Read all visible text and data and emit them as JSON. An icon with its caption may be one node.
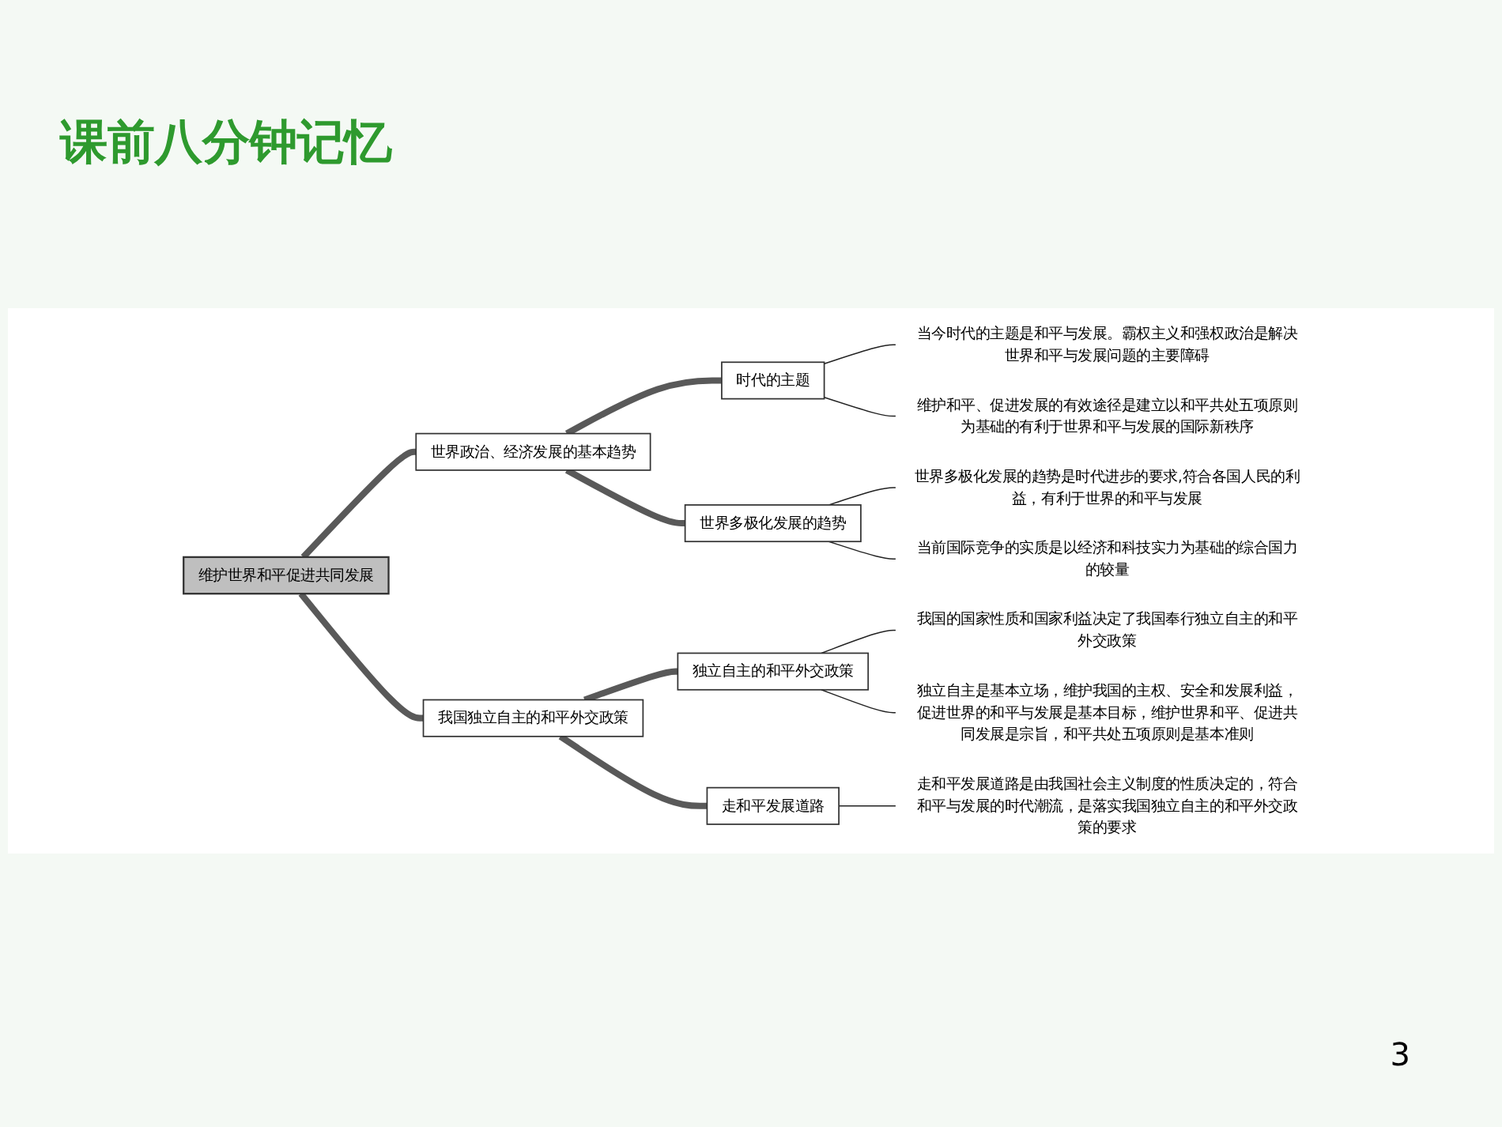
{
  "diagram": {
    "title": "课前八分钟记忆",
    "nodes": [
      {
        "text": [
          "维护世界和平促进共同发展"
        ]
      },
      {
        "text": [
          "世界政治、经济发展的基本趋势"
        ]
      },
      {
        "text": [
          "时代的主题"
        ]
      },
      {
        "text": [
          "当今时代的主题是和平与发展。霸权主义和强权政治是解决世界和平与发展问题的主要障碍"
        ]
      },
      {
        "text": [
          "维护和平、促进发展的有效途径是建立以和平共处五项原则为基础的有利于世界和平与发展的国际新秩序"
        ]
      },
      {
        "text": [
          "世界多极化发展的趋势"
        ]
      },
      {
        "text": [
          "世界多极化发展的趋势是时代进步的要求,符合各国人民的利益，有利于世界的和平与发展"
        ]
      },
      {
        "text": [
          "当前国际竞争的实质是以经济和科技实力为基础的综合国力的较量"
        ]
      },
      {
        "text": [
          "我国独立自主的和平外交政策"
        ]
      },
      {
        "text": [
          "独立自主的和平外交政策"
        ]
      },
      {
        "text": [
          "我国的国家性质和国家利益决定了我国奉行独立自主的和平外交政策"
        ]
      },
      {
        "text": [
          "独立自主是基本立场，维护我国的主权、安全和发展利益，促进世界的和平与发展是基本目标，维护世界和平、促进共同发展是宗旨，和平共处五项原则是基本准则"
        ]
      },
      {
        "text": [
          "走和平发展道路"
        ]
      },
      {
        "text": [
          "走和平发展道路是由我国社会主义制度的性质决定的，符合和平与发展的时代潮流，是落实我国独立自主的和平外交政策的要求"
        ]
      }
    ],
    "edges": [
      {
        "from": 0,
        "to": 1,
        "arrow": "none",
        "style": "thick",
        "color": "#595959"
      },
      {
        "from": 0,
        "to": 8,
        "arrow": "none",
        "style": "thick",
        "color": "#595959"
      },
      {
        "from": 1,
        "to": 2,
        "arrow": "none",
        "style": "thick",
        "color": "#595959"
      },
      {
        "from": 1,
        "to": 5,
        "arrow": "none",
        "style": "thick",
        "color": "#595959"
      },
      {
        "from": 2,
        "to": 3,
        "arrow": "none"
      },
      {
        "from": 2,
        "to": 4,
        "arrow": "none"
      },
      {
        "from": 5,
        "to": 6,
        "arrow": "none"
      },
      {
        "from": 5,
        "to": 7,
        "arrow": "none"
      },
      {
        "from": 8,
        "to": 9,
        "arrow": "none",
        "style": "thick",
        "color": "#595959"
      },
      {
        "from": 8,
        "to": 12,
        "arrow": "none",
        "style": "thick",
        "color": "#595959"
      },
      {
        "from": 9,
        "to": 10,
        "arrow": "none"
      },
      {
        "from": 9,
        "to": 11,
        "arrow": "none"
      },
      {
        "from": 12,
        "to": 13,
        "arrow": "none"
      }
    ],
    "labels": [
      "3"
    ]
  }
}
